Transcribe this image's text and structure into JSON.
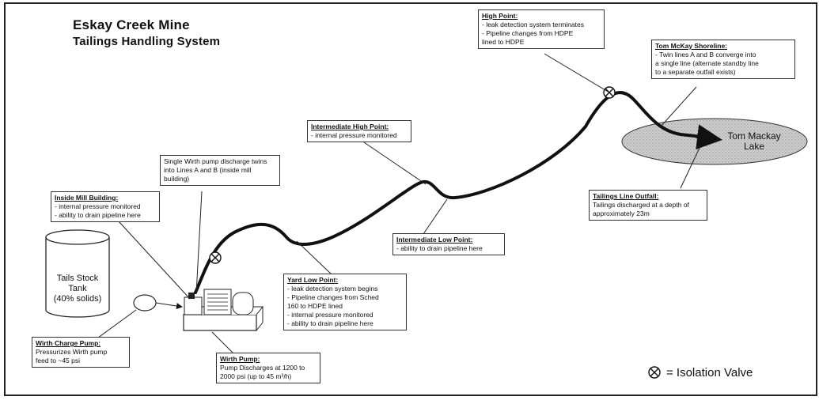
{
  "title": {
    "line1": "Eskay Creek Mine",
    "line2": "Tailings Handling System"
  },
  "tank": {
    "line1": "Tails Stock",
    "line2": "Tank",
    "line3": "(40% solids)"
  },
  "lake": {
    "line1": "Tom Mackay",
    "line2": "Lake"
  },
  "callouts": {
    "high_point": {
      "heading": "High Point:",
      "lines": [
        "- leak detection system terminates",
        "- Pipeline changes from HDPE",
        "lined to HDPE"
      ]
    },
    "shoreline": {
      "heading": "Tom McKay Shoreline:",
      "lines": [
        "- Twin lines A and B converge into",
        "a single line (alternate standby line",
        "to a separate outfall exists)"
      ]
    },
    "intermediate_high": {
      "heading": "Intermediate High Point:",
      "lines": [
        "- internal pressure monitored"
      ]
    },
    "wirth_twin": {
      "heading": "",
      "lines": [
        "Single Wirth pump discharge twins",
        "into Lines A and B (inside mill",
        "building)"
      ]
    },
    "inside_mill": {
      "heading": "Inside Mill Building:",
      "lines": [
        "- internal pressure monitored",
        "- ability to drain pipeline here"
      ]
    },
    "outfall": {
      "heading": "Tailings Line Outfall:",
      "lines": [
        "Tailings discharged at a depth of",
        "approximately 23m"
      ]
    },
    "intermediate_low": {
      "heading": "Intermediate Low Point:",
      "lines": [
        "- ability to drain pipeline here"
      ]
    },
    "yard_low": {
      "heading": "Yard Low Point:",
      "lines": [
        "- leak detection system begins",
        "- Pipeline changes from Sched",
        "160 to HDPE lined",
        "- internal pressure monitored",
        "- ability to drain pipeline here"
      ]
    },
    "charge_pump": {
      "heading": "Wirth Charge Pump:",
      "lines": [
        "Pressurizes Wirth pump",
        "feed to ~45 psi"
      ]
    },
    "wirth_pump": {
      "heading": "Wirth Pump:",
      "lines": [
        "Pump Discharges at 1200 to",
        "2000 psi (up to 45 m³/h)"
      ]
    }
  },
  "legend": {
    "label": "= Isolation Valve",
    "icon": "isolation-valve-icon"
  },
  "colors": {
    "lake_fill": "#c9c9c9",
    "line": "#111111"
  }
}
